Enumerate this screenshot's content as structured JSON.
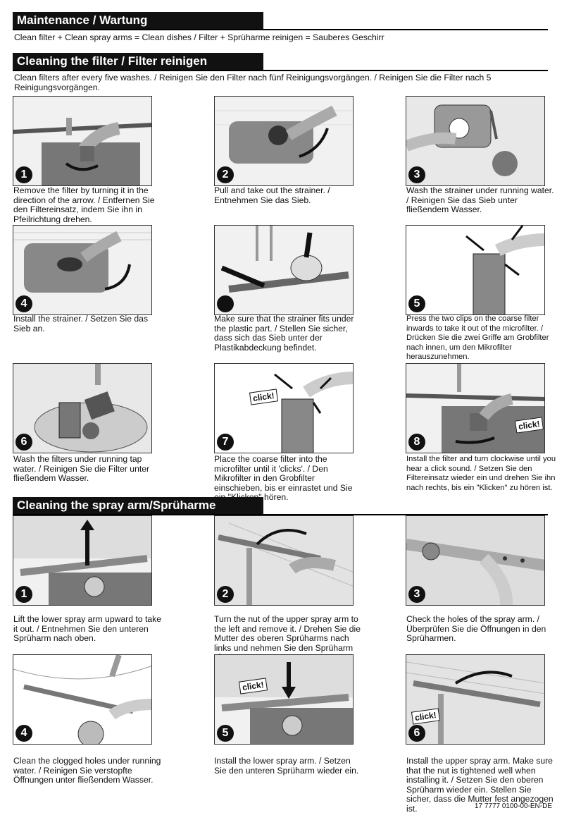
{
  "maintenance": {
    "title": "Maintenance / Wartung",
    "subtitle": "Clean filter + Clean spray arms = Clean dishes / Filter + Sprüharme reinigen = Sauberes Geschirr"
  },
  "filter": {
    "title": "Cleaning the filter / Filter reinigen",
    "intro": "Clean filters after every five washes. / Reinigen Sie den Filter nach fünf Reinigungsvorgängen. / Reinigen Sie die Filter nach 5 Reinigungsvorgängen.",
    "steps": [
      {
        "badge": "1",
        "caption": "Remove the filter by turning it in the direction of the arrow. / Entfernen Sie den Filtereinsatz, indem Sie ihn in Pfeilrichtung drehen."
      },
      {
        "badge": "2",
        "caption": "Pull and take out the strainer. / Entnehmen Sie das Sieb."
      },
      {
        "badge": "3",
        "caption": "Wash the strainer under running water. / Reinigen Sie das Sieb unter fließendem Wasser."
      },
      {
        "badge": "4",
        "caption": "Install the strainer. / Setzen Sie das Sieb an."
      },
      {
        "badge": "",
        "caption": "Make sure that the strainer fits under the plastic part. / Stellen Sie sicher, dass sich das Sieb unter der Plastikabdeckung befindet."
      },
      {
        "badge": "5",
        "caption": "Press the two clips on the coarse filter inwards to take it out of the microfilter. / Drücken Sie die zwei Griffe am Grobfilter nach innen, um den Mikrofilter herauszunehmen."
      },
      {
        "badge": "6",
        "caption": "Wash the filters under running tap water. / Reinigen Sie die Filter unter fließendem Wasser."
      },
      {
        "badge": "7",
        "caption": "Place the coarse filter into the microfilter until it 'clicks'. / Den Mikrofilter in den Grobfilter einschieben, bis er einrastet und Sie ein \"Klicken\" hören.",
        "click": "click!"
      },
      {
        "badge": "8",
        "caption": "Install the filter and turn clockwise until you hear a click sound. / Setzen Sie den Filtereinsatz wieder ein und drehen Sie ihn nach rechts, bis ein \"Klicken\" zu hören ist.",
        "click": "click!"
      }
    ]
  },
  "spray": {
    "title": "Cleaning the spray arm/Sprüharme reinigen",
    "steps": [
      {
        "badge": "1",
        "caption": "Lift the lower spray arm upward to take it out. / Entnehmen Sie den unteren Sprüharm nach oben."
      },
      {
        "badge": "2",
        "caption": "Turn the nut of the upper spray arm to the left and remove it. / Drehen Sie die Mutter des oberen Sprüharms nach links und nehmen Sie den Sprüharm ab."
      },
      {
        "badge": "3",
        "caption": "Check the holes of the spray arm. / Überprüfen Sie die Öffnungen in den Sprüharmen."
      },
      {
        "badge": "4",
        "caption": "Clean the clogged holes under running water. / Reinigen Sie verstopfte Öffnungen unter fließendem Wasser."
      },
      {
        "badge": "5",
        "caption": "Install the lower spray arm. / Setzen Sie den unteren Sprüharm wieder ein.",
        "click": "click!"
      },
      {
        "badge": "6",
        "caption": "Install the upper spray arm. Make sure that the nut is tightened well when installing it. / Setzen Sie den oberen Sprüharm wieder ein. Stellen Sie sicher, dass die Mutter fest angezogen ist.",
        "click": "click!"
      }
    ]
  },
  "footer": {
    "code": "17 7777 0100-00-EN-DE"
  }
}
